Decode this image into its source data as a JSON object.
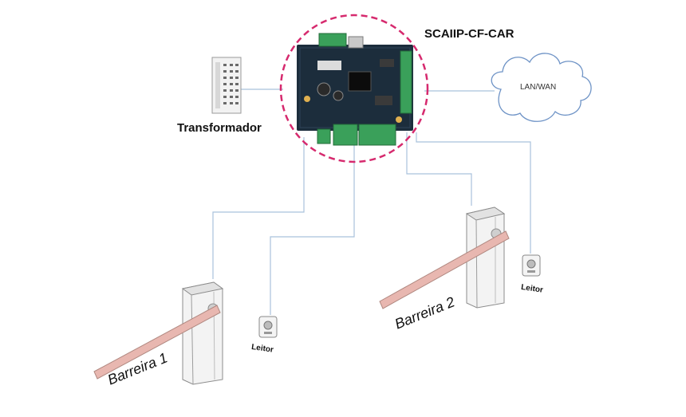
{
  "labels": {
    "controller": "SCAIIP-CF-CAR",
    "transformer": "Transformador",
    "network": "LAN/WAN",
    "reader_1": "Leitor",
    "reader_2": "Leitor",
    "barrier_1": "Barreira 1",
    "barrier_2": "Barreira 2"
  },
  "colors": {
    "wire": "#a9c2dc",
    "highlight_ring": "#d62a6e",
    "pcb": "#1c2d3c",
    "terminal_block": "#3aa05a",
    "barrier_arm": "#e8b7b0",
    "cloud_stroke": "#6e93c6"
  },
  "icons": {
    "controller": "pcb-board-icon",
    "transformer": "transformer-module-icon",
    "network": "cloud-icon",
    "reader": "card-reader-icon",
    "barrier": "barrier-gate-icon"
  }
}
